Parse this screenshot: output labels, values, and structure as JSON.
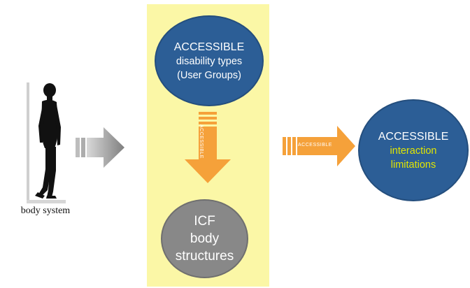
{
  "body_system": {
    "caption": "body system"
  },
  "user_groups": {
    "title": "ACCESSIBLE",
    "line1": "disability types",
    "line2": "(User Groups)"
  },
  "down_arrow": {
    "label": "ACCESSIBLE"
  },
  "icf": {
    "line1": "ICF",
    "line2": "body",
    "line3": "structures"
  },
  "right_arrow": {
    "label": "ACCESSIBLE"
  },
  "interaction": {
    "title": "ACCESSIBLE",
    "line1": "interaction",
    "line2": "limitations"
  },
  "colors": {
    "panel": "#fbf7a6",
    "blue_circle": "#2c5e96",
    "gray_circle": "#888888",
    "orange_arrow": "#f5a13a",
    "gray_arrow": "#8a8a8a",
    "yellow_text": "#e2e600"
  }
}
